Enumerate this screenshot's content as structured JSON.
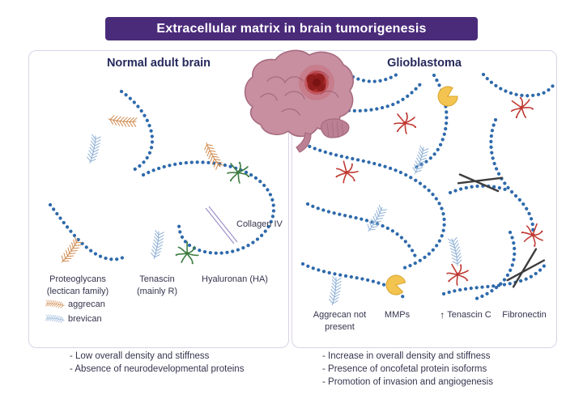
{
  "title": "Extracellular matrix in brain tumorigenesis",
  "left_panel": {
    "title": "Normal adult brain",
    "labels": {
      "collagen": "Collagen IV",
      "proteoglycans": [
        "Proteoglycans",
        "(lectican family)"
      ],
      "tenascin": [
        "Tenascin",
        "(mainly R)"
      ],
      "hyaluronan": "Hyaluronan (HA)"
    },
    "legend": [
      {
        "name": "aggrecan",
        "color": "#d08a4e"
      },
      {
        "name": "brevican",
        "color": "#8fb0d6"
      }
    ],
    "notes": [
      "- Low overall density and stiffness",
      "- Absence of neurodevelopmental proteins"
    ]
  },
  "right_panel": {
    "title": "Glioblastoma",
    "labels": {
      "aggrecan": [
        "Aggrecan not",
        "present"
      ],
      "mmps": "MMPs",
      "tenascin_arrow": "↑",
      "tenascin": "Tenascin C",
      "fibronectin": "Fibronectin"
    },
    "notes": [
      "- Increase in overall density and stiffness",
      "- Presence of oncofetal protein isoforms",
      "- Promotion of invasion and angiogenesis"
    ]
  },
  "colors": {
    "banner": "#4a2b7a",
    "panel-border": "#d9d3e6",
    "heading": "#262a5c",
    "label": "#34344e",
    "chain": "#2e6aab",
    "aggrecan": "#d08a4e",
    "brevican": "#8fb0d6",
    "tenascin-r": "#3e7d41",
    "tenascin-c": "#c03a34",
    "mmp": "#f3c44f",
    "mmp-stroke": "#d9a32e",
    "fibronectin": "#3d3d3f",
    "collagen": "#9b8cc7",
    "brain-fill": "#c78fa0",
    "brain-line": "#a76b80",
    "tumor": "#8f1d1d"
  }
}
